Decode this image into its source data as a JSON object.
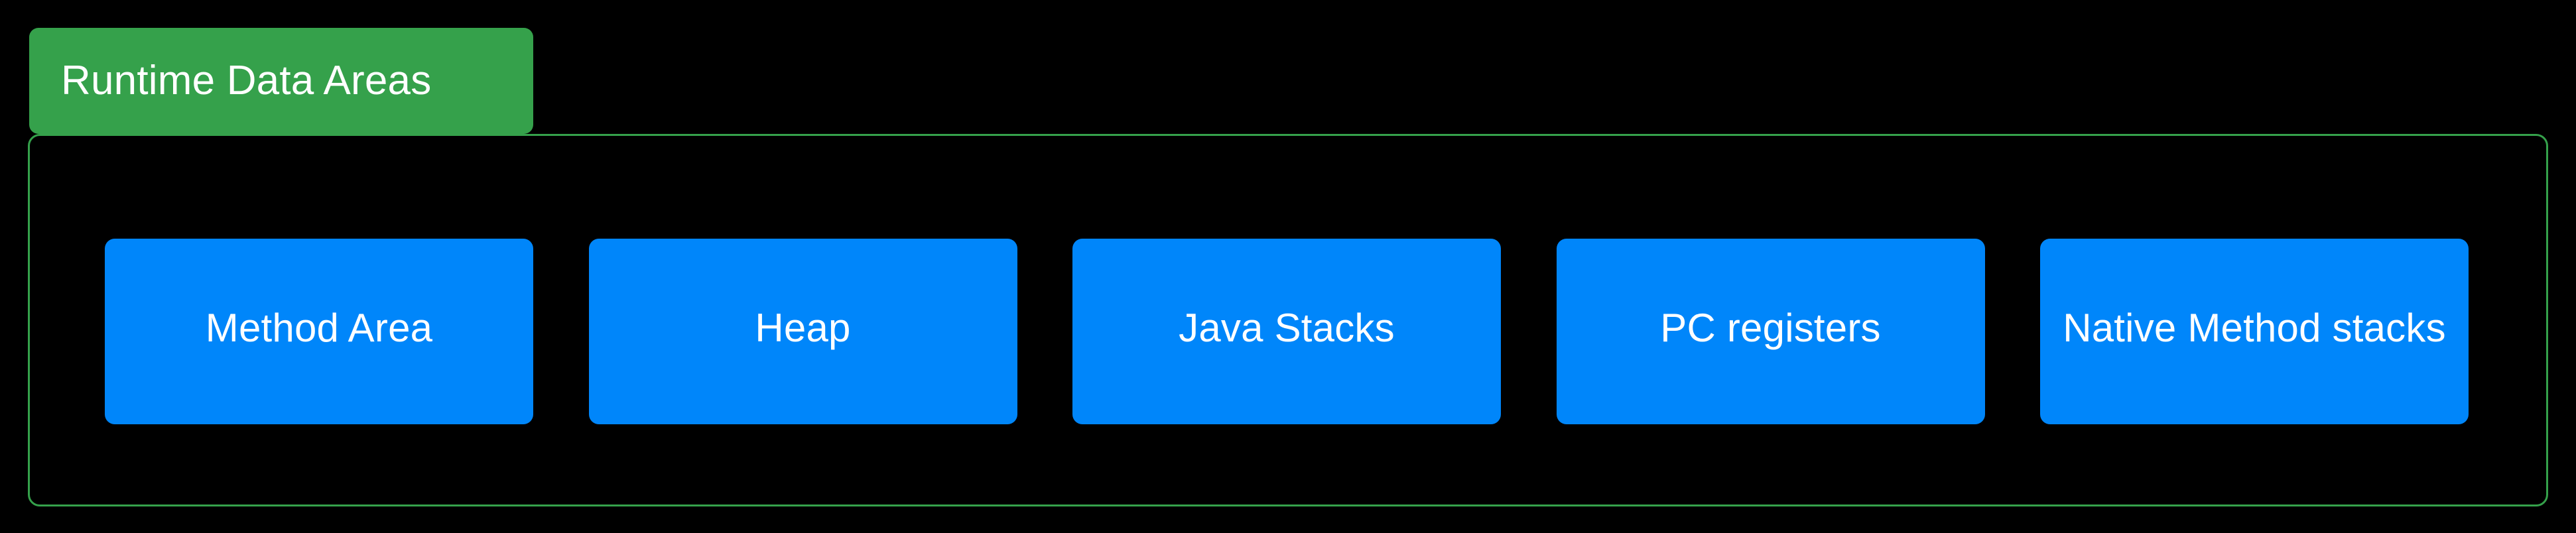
{
  "diagram": {
    "group": {
      "label": "Runtime Data Areas",
      "label_color": "#FFFFFF",
      "tab_color": "#35A14B",
      "border_color": "#35A14B"
    },
    "background_color": "#000000",
    "node_color": "#0086FA",
    "node_text_color": "#FFFFFF",
    "nodes": [
      {
        "label": "Method Area"
      },
      {
        "label": "Heap"
      },
      {
        "label": "Java Stacks"
      },
      {
        "label": "PC registers"
      },
      {
        "label": "Native Method stacks"
      }
    ]
  }
}
